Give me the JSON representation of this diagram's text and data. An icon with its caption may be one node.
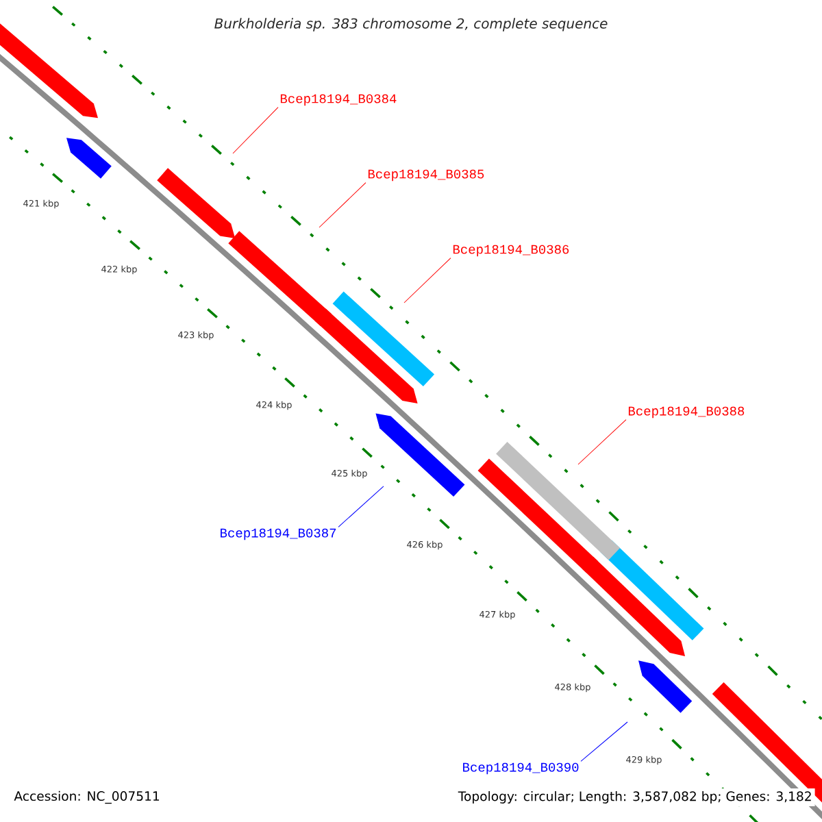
{
  "diagram": {
    "title": "Burkholderia sp. 383 chromosome 2, complete sequence",
    "nodes": [
      {
        "text": [
          "Bcep18194_B0384"
        ]
      },
      {
        "text": [
          "Bcep18194_B0385"
        ]
      },
      {
        "text": [
          "Bcep18194_B0386"
        ]
      },
      {
        "text": [
          "Bcep18194_B0388"
        ]
      },
      {
        "text": [
          "Bcep18194_B0387"
        ]
      },
      {
        "text": [
          "Bcep18194_B0390"
        ]
      }
    ],
    "edges": [
      {
        "from": 0,
        "to": null,
        "arrow": "none"
      },
      {
        "from": 1,
        "to": null,
        "arrow": "none"
      },
      {
        "from": 2,
        "to": null,
        "arrow": "none"
      },
      {
        "from": 3,
        "to": null,
        "arrow": "none"
      },
      {
        "from": 4,
        "to": null,
        "arrow": "none",
        "color": "#0000ff"
      },
      {
        "from": 5,
        "to": null,
        "arrow": "none",
        "color": "#0000ff"
      }
    ],
    "labels": [
      "421 kbp",
      "422 kbp",
      "423 kbp",
      "424 kbp",
      "425 kbp",
      "426 kbp",
      "427 kbp",
      "428 kbp",
      "429 kbp",
      "Accession: NC_007511",
      "Topology: circular; Length: 3,587,082 bp; Genes: 3,182"
    ]
  }
}
